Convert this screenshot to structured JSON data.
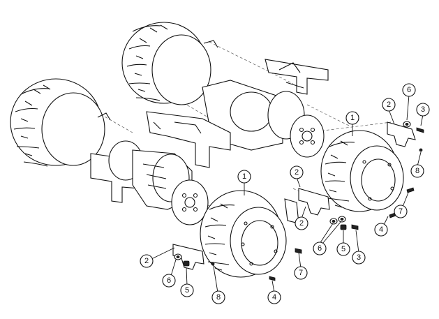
{
  "diagram": {
    "callouts": {
      "c1a": "1",
      "c1b": "1",
      "c2a": "2",
      "c2b": "2",
      "c2c": "2",
      "c2d": "2",
      "c3a": "3",
      "c3b": "3",
      "c4a": "4",
      "c4b": "4",
      "c5a": "5",
      "c5b": "5",
      "c6a": "6",
      "c6b": "6",
      "c6c": "6",
      "c7a": "7",
      "c7b": "7",
      "c8a": "8",
      "c8b": "8"
    }
  }
}
